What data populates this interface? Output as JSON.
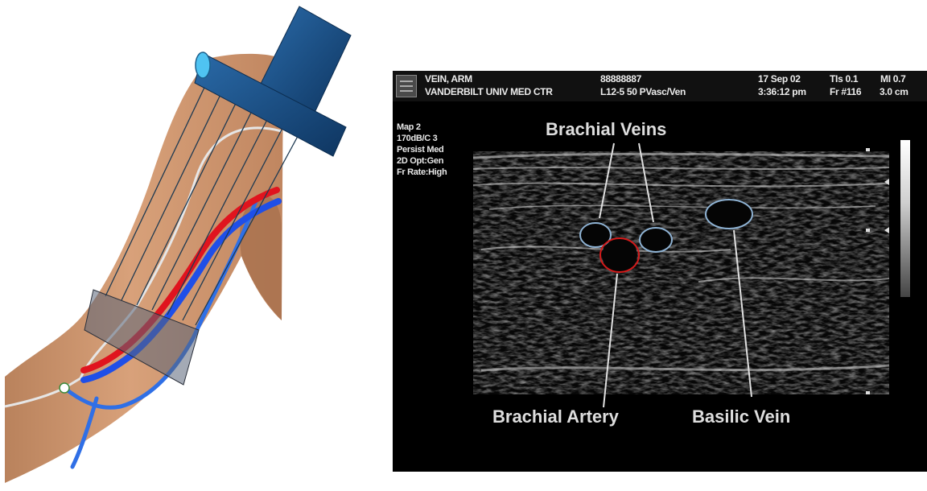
{
  "colors": {
    "artery": "#e0141e",
    "brachial_vein": "#1f4fe8",
    "basilic_vein": "#2f6fe6",
    "probe": "#1d4f86",
    "probe_end": "#4fc3f2",
    "skin": "#c9906a",
    "scan_plane": "#5a6478",
    "vein_outline": "#8fb3d4",
    "artery_outline": "#d21a1a"
  },
  "ultrasound": {
    "header": {
      "patient": "VEIN, ARM",
      "id": "88888887",
      "date": "17 Sep 02",
      "tis": "TIs 0.1",
      "mi": "MI 0.7",
      "institution": "VANDERBILT UNIV MED CTR",
      "probe": "L12-5 50 PVasc/Ven",
      "time": "3:36:12 pm",
      "frame": "Fr #116",
      "depth": "3.0 cm"
    },
    "settings": [
      "Map 2",
      "170dB/C 3",
      "Persist Med",
      "2D Opt:Gen",
      "Fr Rate:High"
    ],
    "labels": {
      "brachial_veins": "Brachial Veins",
      "brachial_artery": "Brachial Artery",
      "basilic_vein": "Basilic Vein"
    }
  }
}
